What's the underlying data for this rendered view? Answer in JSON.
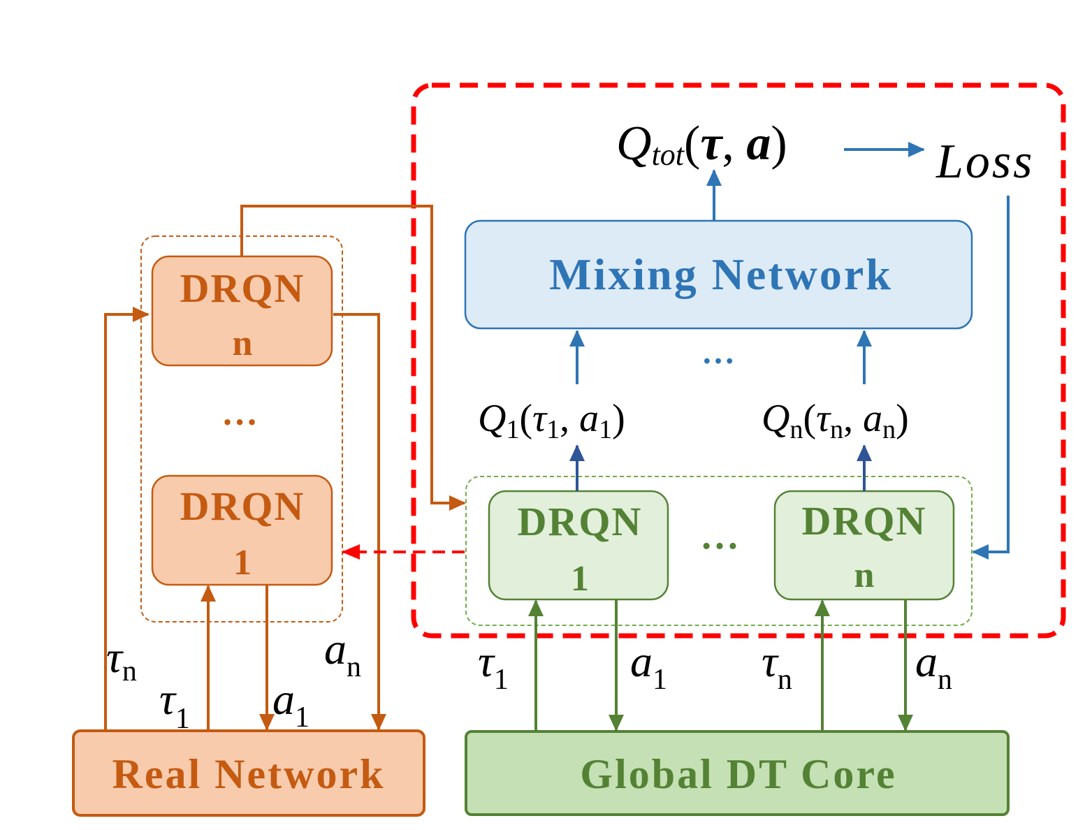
{
  "colors": {
    "orange_stroke": "#c55a11",
    "orange_fill": "#f8cbad",
    "orange_text": "#c55a11",
    "green_stroke": "#548235",
    "green_fill_light": "#e2efda",
    "green_fill": "#c5e0b4",
    "green_text": "#548235",
    "blue_stroke": "#2e75b6",
    "blue_fill": "#ddebf7",
    "blue_text": "#2e75b6",
    "dark_blue_arrow": "#2f5597",
    "red_dashed": "#ff0000",
    "text": "#000000"
  },
  "mixing": {
    "label": "Mixing Network",
    "output": {
      "main": "Q",
      "sub": "tot",
      "open": "(",
      "tau": "τ",
      "comma": ", ",
      "a": "a",
      "close": ")"
    },
    "loss": "Loss",
    "ellipsis": "…"
  },
  "q_values": {
    "q1": {
      "q": "Q",
      "sub": "1",
      "open": "(",
      "tau": "τ",
      "tau_sub": "1",
      "comma": ", ",
      "a": "a",
      "a_sub": "1",
      "close": ")"
    },
    "qn": {
      "q": "Q",
      "sub": "n",
      "open": "(",
      "tau": "τ",
      "tau_sub": "n",
      "comma": ", ",
      "a": "a",
      "a_sub": "n",
      "close": ")"
    }
  },
  "real_side": {
    "drqn_top": {
      "line1": "DRQN",
      "line2": "n"
    },
    "drqn_bottom": {
      "line1": "DRQN",
      "line2": "1"
    },
    "ellipsis": "…",
    "base_label": "Real Network",
    "labels": {
      "tau_n": {
        "sym": "τ",
        "sub": "n"
      },
      "tau_1": {
        "sym": "τ",
        "sub": "1"
      },
      "a_1": {
        "sym": "a",
        "sub": "1"
      },
      "a_n": {
        "sym": "a",
        "sub": "n"
      }
    }
  },
  "dt_side": {
    "drqn_1": {
      "line1": "DRQN",
      "line2": "1"
    },
    "drqn_n": {
      "line1": "DRQN",
      "line2": "n"
    },
    "ellipsis": "…",
    "base_label": "Global DT Core",
    "labels": {
      "tau_1": {
        "sym": "τ",
        "sub": "1"
      },
      "a_1": {
        "sym": "a",
        "sub": "1"
      },
      "tau_n": {
        "sym": "τ",
        "sub": "n"
      },
      "a_n": {
        "sym": "a",
        "sub": "n"
      }
    }
  }
}
